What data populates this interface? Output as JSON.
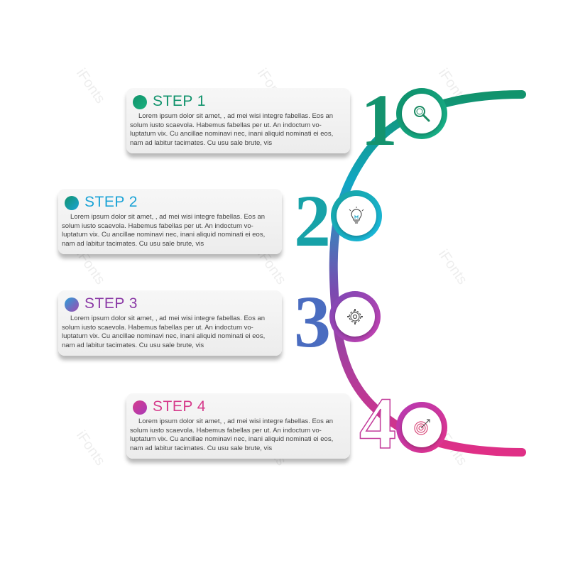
{
  "watermark": "iFonts",
  "steps": [
    {
      "title": "STEP 1",
      "number": "1",
      "text": "Lorem ipsum dolor sit amet, , ad mei wisi integre fabellas. Eos an solum iusto scaevola. Habemus fabellas per ut. An indoctum vo-luptatum vix. Cu ancillae nominavi nec, inani aliquid nominati ei eos, nam ad labitur tacimates. Cu usu sale brute, vis",
      "icon": "magnifier-icon",
      "color": "#11936c"
    },
    {
      "title": "STEP 2",
      "number": "2",
      "text": "Lorem ipsum dolor sit amet, , ad mei wisi integre fabellas. Eos an solum iusto scaevola. Habemus fabellas per ut. An indoctum vo-luptatum vix. Cu ancillae nominavi nec, inani aliquid nominati ei eos, nam ad labitur tacimates. Cu usu sale brute, vis",
      "icon": "lightbulb-icon",
      "color": "#1ba3d6"
    },
    {
      "title": "STEP 3",
      "number": "3",
      "text": "Lorem ipsum dolor sit amet, , ad mei wisi integre fabellas. Eos an solum iusto scaevola. Habemus fabellas per ut. An indoctum vo-luptatum vix. Cu ancillae nominavi nec, inani aliquid nominati ei eos, nam ad labitur tacimates. Cu usu sale brute, vis",
      "icon": "gear-icon",
      "color": "#8b3aa6"
    },
    {
      "title": "STEP 4",
      "number": "4",
      "text": "Lorem ipsum dolor sit amet, , ad mei wisi integre fabellas. Eos an solum iusto scaevola. Habemus fabellas per ut. An indoctum vo-luptatum vix. Cu ancillae nominavi nec, inani aliquid nominati ei eos, nam ad labitur tacimates. Cu usu sale brute, vis",
      "icon": "target-icon",
      "color": "#d63c8c"
    }
  ]
}
